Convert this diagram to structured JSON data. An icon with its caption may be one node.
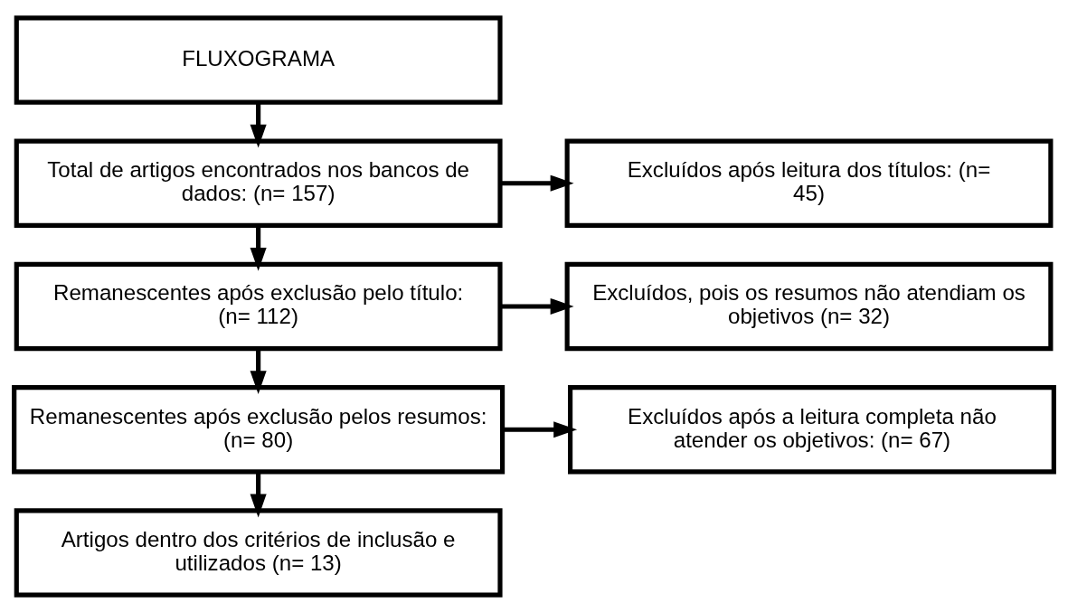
{
  "diagram": {
    "nodes": [
      {
        "text": [
          "FLUXOGRAMA"
        ]
      },
      {
        "text": [
          "Total de artigos encontrados nos bancos de dados: (n= 157)"
        ]
      },
      {
        "text": [
          "Excluídos após leitura dos títulos: (n= 45)"
        ]
      },
      {
        "text": [
          "Remanescentes após exclusão pelo título: (n= 112)"
        ]
      },
      {
        "text": [
          "Excluídos, pois os resumos não atendiam os objetivos (n= 32)"
        ]
      },
      {
        "text": [
          "Remanescentes após exclusão pelos resumos: (n= 80)"
        ]
      },
      {
        "text": [
          "Excluídos após a leitura completa não atender os objetivos: (n= 67)"
        ]
      },
      {
        "text": [
          "Artigos dentro dos critérios de inclusão e utilizados (n= 13)"
        ]
      }
    ],
    "edges": [
      {
        "from": 0,
        "to": 1,
        "arrow": "to"
      },
      {
        "from": 1,
        "to": 2,
        "arrow": "to"
      },
      {
        "from": 1,
        "to": 3,
        "arrow": "to"
      },
      {
        "from": 3,
        "to": 4,
        "arrow": "to"
      },
      {
        "from": 3,
        "to": 5,
        "arrow": "to"
      },
      {
        "from": 5,
        "to": 6,
        "arrow": "to"
      },
      {
        "from": 5,
        "to": 7,
        "arrow": "to"
      }
    ]
  }
}
